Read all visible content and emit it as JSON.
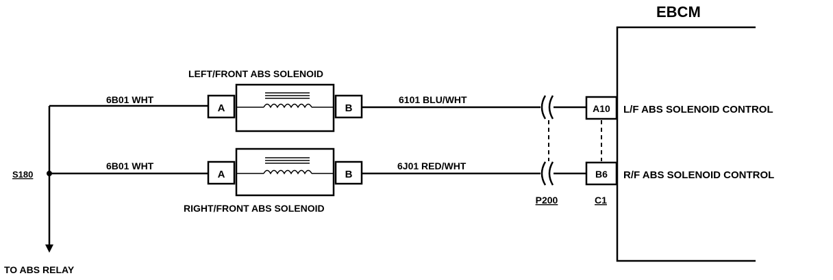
{
  "module": {
    "title": "EBCM"
  },
  "splice": {
    "label": "S180"
  },
  "relay": {
    "label": "TO ABS RELAY"
  },
  "solenoids": [
    {
      "name": "LEFT/FRONT ABS SOLENOID",
      "pin_in": "A",
      "pin_out": "B",
      "wire_in": "6B01 WHT",
      "wire_out": "6101 BLU/WHT"
    },
    {
      "name": "RIGHT/FRONT ABS SOLENOID",
      "pin_in": "A",
      "pin_out": "B",
      "wire_in": "6B01 WHT",
      "wire_out": "6J01 RED/WHT"
    }
  ],
  "connectors": {
    "inline": {
      "label": "P200"
    },
    "module": {
      "label": "C1"
    }
  },
  "pins": [
    {
      "id": "A10",
      "function": "L/F ABS SOLENOID CONTROL"
    },
    {
      "id": "B6",
      "function": "R/F ABS SOLENOID CONTROL"
    }
  ]
}
